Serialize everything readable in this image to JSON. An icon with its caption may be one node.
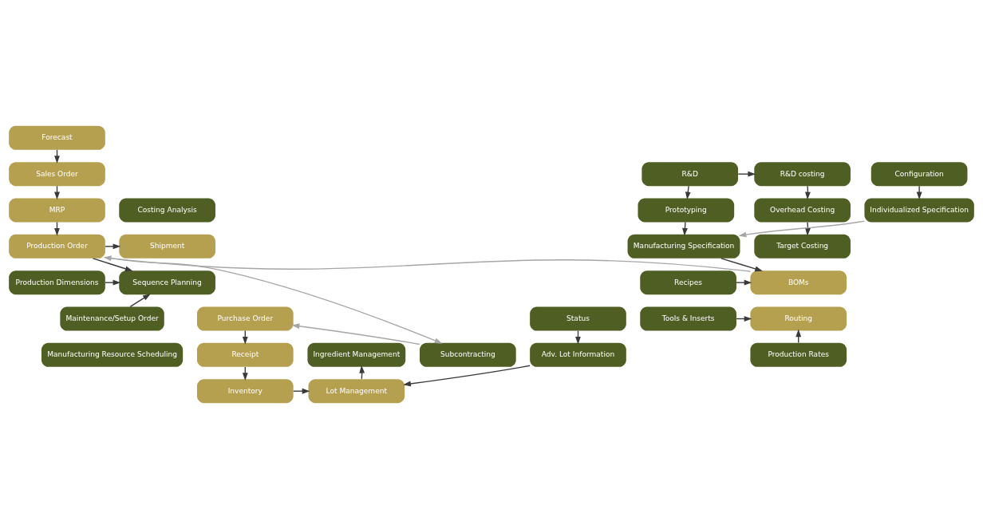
{
  "diagram": {
    "nodes": [
      {
        "text": [
          "Forecast"
        ]
      },
      {
        "text": [
          "R&D costing"
        ]
      },
      {
        "text": [
          "R&D"
        ]
      },
      {
        "text": [
          "Configuration"
        ]
      },
      {
        "text": [
          "Sales Order"
        ]
      },
      {
        "text": [
          "Overhead Costing"
        ]
      },
      {
        "text": [
          "Prototyping"
        ]
      },
      {
        "text": [
          "Individualized Specification"
        ]
      },
      {
        "text": [
          "MRP"
        ]
      },
      {
        "text": [
          "Costing Analysis"
        ]
      },
      {
        "text": [
          "Target Costing"
        ]
      },
      {
        "text": [
          "Manufacturing Specification"
        ]
      },
      {
        "text": [
          "Production Order"
        ]
      },
      {
        "text": [
          "Shipment"
        ]
      },
      {
        "text": [
          "Recipes"
        ]
      },
      {
        "text": [
          "BOMs"
        ]
      },
      {
        "text": [
          "Sequence Planning"
        ]
      },
      {
        "text": [
          "Production Dimensions"
        ]
      },
      {
        "text": [
          "Tools & Inserts"
        ]
      },
      {
        "text": [
          "Routing"
        ]
      },
      {
        "text": [
          "Maintenance/Setup Order"
        ]
      },
      {
        "text": [
          "Production Rates"
        ]
      },
      {
        "text": [
          "Manufacturing Resource Scheduling"
        ]
      },
      {
        "text": [
          "Ingredient Management"
        ]
      },
      {
        "text": [
          "Inventory"
        ]
      },
      {
        "text": [
          "Lot Management"
        ]
      },
      {
        "text": [
          "Subcontracting"
        ]
      },
      {
        "text": [
          "Receipt"
        ]
      },
      {
        "text": [
          "Adv. Lot Information"
        ]
      },
      {
        "text": [
          "Purchase Order"
        ]
      },
      {
        "text": [
          "Status"
        ]
      }
    ],
    "edges": [
      {
        "from": 0,
        "to": 4,
        "arrow": "to"
      },
      {
        "from": 4,
        "to": 8,
        "arrow": "to"
      },
      {
        "from": 8,
        "to": 12,
        "arrow": "to"
      },
      {
        "from": 12,
        "to": 16,
        "arrow": "to"
      },
      {
        "from": 20,
        "to": 16,
        "arrow": "to"
      },
      {
        "from": 2,
        "to": 1,
        "arrow": "to"
      },
      {
        "from": 1,
        "to": 5,
        "arrow": "to"
      },
      {
        "from": 5,
        "to": 10,
        "arrow": "to"
      },
      {
        "from": 2,
        "to": 6,
        "arrow": "to"
      },
      {
        "from": 6,
        "to": 11,
        "arrow": "to"
      },
      {
        "from": 3,
        "to": 7,
        "arrow": "to"
      },
      {
        "from": 7,
        "to": 11,
        "arrow": "to",
        "color": "#a6a6a6"
      },
      {
        "from": 11,
        "to": 15,
        "arrow": "to"
      },
      {
        "from": 14,
        "to": 15,
        "arrow": "to"
      },
      {
        "from": 18,
        "to": 19,
        "arrow": "to"
      },
      {
        "from": 21,
        "to": 19,
        "arrow": "to"
      },
      {
        "from": 15,
        "to": 12,
        "arrow": "to",
        "color": "#a6a6a6"
      },
      {
        "from": 12,
        "to": 26,
        "arrow": "to",
        "color": "#a6a6a6"
      },
      {
        "from": 26,
        "to": 29,
        "arrow": "to",
        "color": "#a6a6a6"
      },
      {
        "from": 12,
        "to": 13,
        "arrow": "to"
      },
      {
        "from": 17,
        "to": 16,
        "arrow": "to"
      },
      {
        "from": 24,
        "to": 25,
        "arrow": "to"
      },
      {
        "from": 25,
        "to": 23,
        "arrow": "to"
      },
      {
        "from": 28,
        "to": 25,
        "arrow": "to"
      },
      {
        "from": 30,
        "to": 28,
        "arrow": "to"
      },
      {
        "from": 29,
        "to": 27,
        "arrow": "to"
      },
      {
        "from": 27,
        "to": 24,
        "arrow": "to"
      }
    ]
  }
}
